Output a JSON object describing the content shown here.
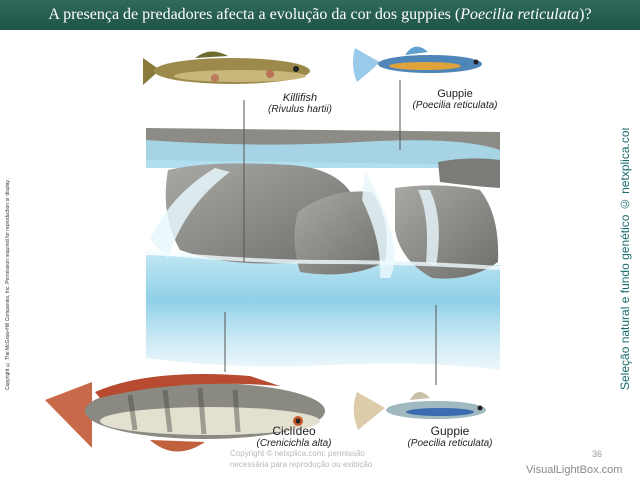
{
  "title": {
    "prefix": "A presença de predadores afecta a evolução da cor dos guppies (",
    "species": "Poecilia reticulata",
    "suffix": ")?"
  },
  "side_left_text": "Copyright © The McGraw-Hill Companies, Inc. Permission required for reproduction or display.",
  "side_right_text": "Seleção natural e fundo genético © netxplica.com",
  "labels": {
    "killifish": {
      "name": "Killifish",
      "sci": "(Rivulus hartii)"
    },
    "guppie_top": {
      "name": "Guppie",
      "sci": "(Poecilia reticulata)"
    },
    "ciclideo": {
      "name": "Ciclídeo",
      "sci": "(Crenicichla alta)"
    },
    "guppie_bottom": {
      "name": "Guppie",
      "sci": "(Poecilia reticulata)"
    }
  },
  "footer": {
    "copy_line1": "Copyright © netxplica.com: permissão",
    "copy_line2": "necessária para reprodução ou exibição",
    "page_number": "36",
    "watermark": "VisualLightBox.com"
  },
  "colors": {
    "title_bg": "#1f5446",
    "water": "#8fd0e8",
    "rock": "#8a8a88",
    "side_text": "#1a6c6c"
  }
}
